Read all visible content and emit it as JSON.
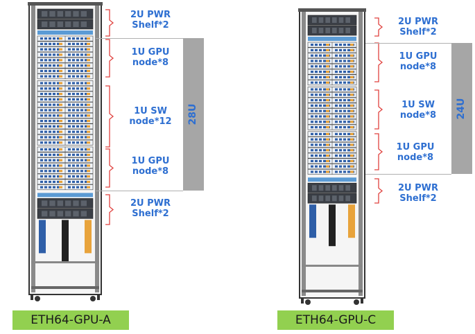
{
  "racks": [
    {
      "name": "ETH64-GPU-A",
      "total_units": "28U",
      "sections": [
        {
          "line1": "2U PWR",
          "line2": "Shelf*2"
        },
        {
          "line1": "1U GPU",
          "line2": "node*8"
        },
        {
          "line1": "1U SW",
          "line2": "node*12"
        },
        {
          "line1": "1U GPU",
          "line2": "node*8"
        },
        {
          "line1": "2U PWR",
          "line2": "Shelf*2"
        }
      ]
    },
    {
      "name": "ETH64-GPU-C",
      "total_units": "24U",
      "sections": [
        {
          "line1": "2U PWR",
          "line2": "Shelf*2"
        },
        {
          "line1": "1U GPU",
          "line2": "node*8"
        },
        {
          "line1": "1U SW",
          "line2": "node*8"
        },
        {
          "line1": "1U GPU",
          "line2": "node*8"
        },
        {
          "line1": "2U PWR",
          "line2": "Shelf*2"
        }
      ]
    }
  ],
  "colors": {
    "label": "#2e6fd1",
    "bracket": "#e0413e",
    "unit_bar": "#a6a6a6",
    "name_tag": "#92d050",
    "rack_frame": "#333333"
  }
}
